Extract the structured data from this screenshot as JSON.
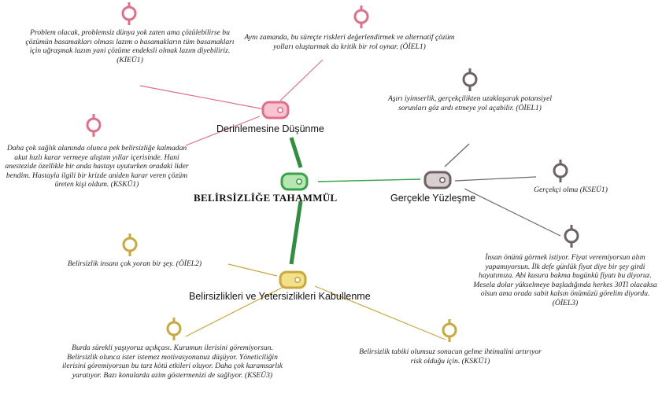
{
  "colors": {
    "pink": "#e0708a",
    "pink_fill": "#f8c4d2",
    "green": "#3aa24a",
    "green_fill": "#b8e6b0",
    "gray": "#6f6262",
    "gray_fill": "#d8d0d0",
    "gold": "#c9a93c",
    "gold_fill": "#f2e08a",
    "thick_link": "#2f8f3e"
  },
  "center": {
    "label": "BELİRSİZLİĞE TAHAMMÜL",
    "icon": "code-tag-icon"
  },
  "themes": [
    {
      "id": "derin",
      "label": "Derinlemesine Düşünme",
      "icon": "code-tag-icon"
    },
    {
      "id": "gercek",
      "label": "Gerçekle Yüzleşme",
      "icon": "code-tag-icon"
    },
    {
      "id": "kabul",
      "label": "Belirsizlikleri ve Yetersizlikleri Kabullenme",
      "icon": "code-tag-icon"
    }
  ],
  "quotes": [
    {
      "id": "q1",
      "theme": "derin",
      "icon": "quote-pin-icon",
      "text": "Problem olacak, problemsiz dünya yok zaten ama çözülebilirse bu çözümün basamakları olması lazım o basamakların tüm basamakları için uğraşmak lazım yani çözüme endeksli olmak lazım diyebiliriz.",
      "code": "(KİEÜ1)"
    },
    {
      "id": "q2",
      "theme": "derin",
      "icon": "quote-pin-icon",
      "text": "Aynı zamanda, bu süreçte riskleri değerlendirmek ve alternatif çözüm yolları oluşturmak da kritik bir rol oynar.",
      "code": "(ÖİEL1)"
    },
    {
      "id": "q3",
      "theme": "derin",
      "icon": "quote-pin-icon",
      "text": "Daha çok sağlık alanında olunca pek belirsizliğe kalmadan akut hızlı karar vermeye alıştım yıllar içerisinde. Hani anestezide özellikle bir anda hastayı uyuturken oradaki lider bendim. Hastayla ilgili bir krizde aniden karar veren çözüm üreten kişi oldum.",
      "code": "(KSKÜ1)"
    },
    {
      "id": "q4",
      "theme": "gercek",
      "icon": "quote-pin-icon",
      "text": "Aşırı iyimserlik, gerçekçilikten uzaklaşarak potansiyel sorunları göz ardı etmeye yol açabilir.",
      "code": "(ÖİEL1)"
    },
    {
      "id": "q5",
      "theme": "gercek",
      "icon": "quote-pin-icon",
      "text": "Gerçekçi olma",
      "code": "(KSEÜ1)"
    },
    {
      "id": "q6",
      "theme": "gercek",
      "icon": "quote-pin-icon",
      "text": "İnsan önünü görmek istiyor. Fiyat veremiyorsun alım yapamıyorsun. İlk defe günlük fiyat diye bir şey girdi hayatımıza. Abi kusura bakma bugünkü fiyatı bu diyoruz. Mesela dolar yükselmeye başladığında herkes 30Tl olacaksa olsun ama orada sabit kalsın önümüzü görelim diyordu.",
      "code": "(ÖİEL3)"
    },
    {
      "id": "q7",
      "theme": "kabul",
      "icon": "quote-pin-icon",
      "text": "Belirsizlik insanı çok yoran bir şey.",
      "code": "(ÖİEL2)"
    },
    {
      "id": "q8",
      "theme": "kabul",
      "icon": "quote-pin-icon",
      "text": "Burda sürekli yaşıyoruz açıkçası. Kurumun ilerisini göremiyorsun. Belirsizlik olunca ister istemez motivasyonunuz düşüyor. Yöneticiliğin ilerisini göremiyorsun bu tarz kötü etkileri oluyor. Daha çok karamsarlık yaratıyor. Bazı konularda azim göstermenizi de sağlıyor.",
      "code": "(KSEÜ3)"
    },
    {
      "id": "q9",
      "theme": "kabul",
      "icon": "quote-pin-icon",
      "text": "Belirsizlik tabiki olumsuz sonucun gelme ihtimalini artırıyor risk olduğu için.",
      "code": "(KSKÜ1)"
    }
  ]
}
